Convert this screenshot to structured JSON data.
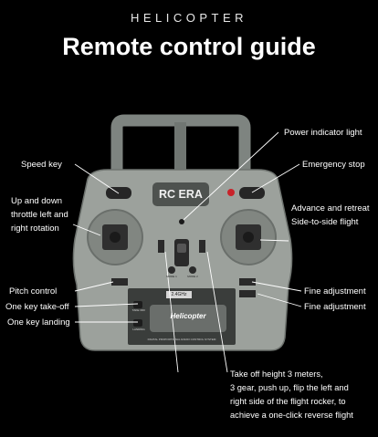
{
  "header": {
    "kicker": "HELICOPTER",
    "title": "Remote control guide"
  },
  "remote": {
    "brand": "RC ERA",
    "frequency": "2.4GHz",
    "badge": "Helicopter",
    "bottom_text": "DIGITAL PROPORTIONAL RADIO CONTROL SYSTEM",
    "mode1": "MODE 1",
    "mode2": "MODE 2",
    "takeoff": "TAKE OFF",
    "landing": "LANDING"
  },
  "labels": {
    "speed_key": "Speed key",
    "throttle_1": "Up and down",
    "throttle_2": "throttle left and",
    "throttle_3": "right  rotation",
    "pitch": "Pitch control",
    "takeoff": "One key take-off",
    "landing": "One key landing",
    "power": "Power indicator light",
    "emergency": "Emergency stop",
    "advance_1": "Advance and retreat",
    "advance_2": "Side-to-side flight",
    "fine_1": "Fine adjustment",
    "fine_2": "Fine adjustment",
    "flip_1": "Take off height 3 meters,",
    "flip_2": "3 gear, push up, flip the left and",
    "flip_3": "right side of the flight rocker, to",
    "flip_4": "achieve a one-click reverse flight"
  }
}
